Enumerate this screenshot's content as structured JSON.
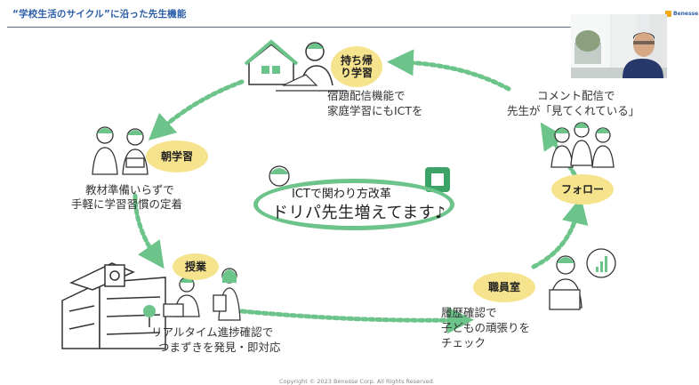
{
  "slide": {
    "title": "“学校生活のサイクル”に沿った先生機能",
    "logo_text": "Benesse",
    "copyright": "Copyright © 2023 Benesse Corp. All Rights Reserved."
  },
  "center": {
    "line1": "ICTで関わり方改革",
    "line2": "ドリパ先生増えてます♪"
  },
  "stages": [
    {
      "badge": "持ち帰り学習",
      "desc1": "宿題配信機能で",
      "desc2": "家庭学習にもICTを"
    },
    {
      "badge": "朝学習",
      "desc1": "教材準備いらずで",
      "desc2": "手軽に学習習慣の定着"
    },
    {
      "badge": "授業",
      "desc1": "リアルタイム進捗確認で",
      "desc2": "つまずきを発見・即対応"
    },
    {
      "badge": "職員室",
      "desc1": "履歴確認で",
      "desc2": "子どもの頑張りを",
      "desc3": "チェック"
    },
    {
      "badge": "フォロー",
      "desc1": "コメント配信で",
      "desc2": "先生が「見てくれている」"
    }
  ],
  "colors": {
    "accent_green": "#6cc48a",
    "badge_yellow": "#f6e38d",
    "title_blue": "#2b5ea8"
  }
}
